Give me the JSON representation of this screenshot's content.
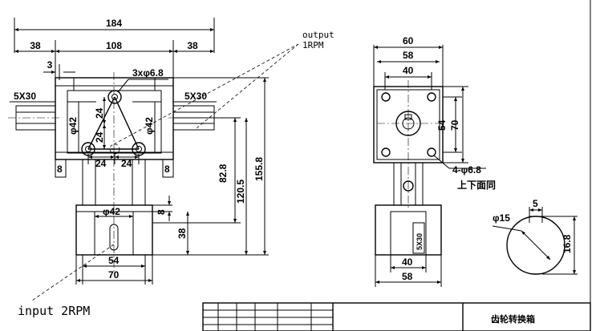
{
  "front_view": {
    "overall_width": "184",
    "left_shaft_len": "38",
    "body_width": "108",
    "right_shaft_len": "38",
    "flange_thk": "3",
    "holes": "3xφ6.8",
    "left_key": "5X30",
    "right_key": "5X30",
    "left_dia": "φ42",
    "right_dia": "φ42",
    "tri_left": "24",
    "tri_mid": "24",
    "tri_b1": "24",
    "tri_b2": "24",
    "foot_left": "8",
    "foot_right": "8",
    "h_a": "82.8",
    "h_b": "120.5",
    "h_c": "155.8",
    "lower_dia": "φ42",
    "lower_8": "8",
    "lower_38": "38",
    "lower_54": "54",
    "lower_70": "70"
  },
  "labels": {
    "output_line1": "output",
    "output_line2": "1RPM",
    "input": "input 2RPM"
  },
  "side_view": {
    "w60": "60",
    "w58": "58",
    "w40": "40",
    "h54": "54",
    "h70": "70",
    "holes": "4-φ6.8",
    "holes_note": "上下面同",
    "key": "5X30",
    "bottom40": "40",
    "bottom58": "58"
  },
  "shaft_section": {
    "key_w": "5",
    "dia": "φ15",
    "depth": "16.8"
  },
  "title_block": {
    "name": "齿轮转换箱"
  }
}
